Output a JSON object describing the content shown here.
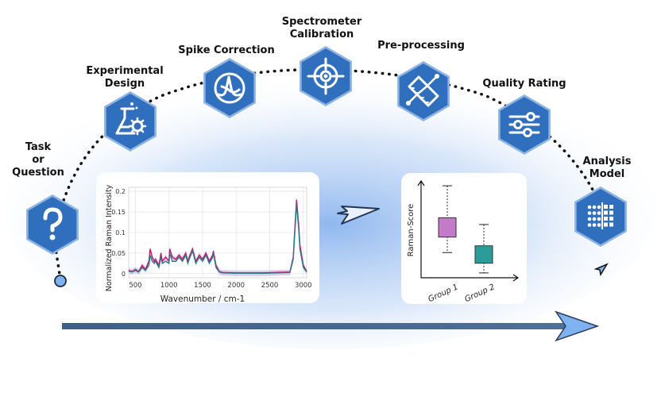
{
  "steps": [
    {
      "label": "Task\nor\nQuestion",
      "icon": "question-mark-icon"
    },
    {
      "label": "Experimental\nDesign",
      "icon": "flask-gear-icon"
    },
    {
      "label": "Spike Correction",
      "icon": "spike-curve-icon"
    },
    {
      "label": "Spectrometer\nCalibration",
      "icon": "crosshair-target-icon"
    },
    {
      "label": "Pre-processing",
      "icon": "ruler-path-icon"
    },
    {
      "label": "Quality Rating",
      "icon": "sliders-icon"
    },
    {
      "label": "Analysis\nModel",
      "icon": "dot-grid-icon"
    }
  ],
  "colors": {
    "hexagon": "#2f6fbd",
    "hexagon_border": "#8fb3e3",
    "glow": "#8ab4ee",
    "arrow": "#3f5f88",
    "arrow_head": "#7fb2f0",
    "spectrum_magenta": "#c2186b",
    "spectrum_teal": "#2a7a8c",
    "spectrum_band": "#b9a8d4",
    "box_group1": "#c27ac9",
    "box_group2": "#2a9d9a"
  },
  "chart_data": [
    {
      "type": "line",
      "xlabel": "Wavenumber / cm-1",
      "ylabel": "Normalized Raman Intensity",
      "xticks": [
        500,
        1000,
        1500,
        2000,
        2500,
        3000
      ],
      "yticks": [
        0,
        0.05,
        0.1,
        0.15,
        0.2
      ],
      "xlim": [
        400,
        3050
      ],
      "ylim": [
        -0.01,
        0.21
      ],
      "grid": true,
      "series": [
        {
          "color": "#c2186b",
          "x": [
            400,
            450,
            500,
            550,
            600,
            650,
            700,
            720,
            750,
            780,
            800,
            850,
            880,
            900,
            950,
            1000,
            1010,
            1050,
            1100,
            1150,
            1200,
            1250,
            1280,
            1300,
            1350,
            1400,
            1450,
            1500,
            1550,
            1600,
            1650,
            1660,
            1700,
            1750,
            1800,
            2000,
            2400,
            2800,
            2850,
            2870,
            2900,
            2930,
            2950,
            3000,
            3050
          ],
          "y": [
            0.008,
            0.005,
            0.01,
            0.005,
            0.02,
            0.01,
            0.03,
            0.06,
            0.04,
            0.03,
            0.035,
            0.02,
            0.05,
            0.03,
            0.04,
            0.03,
            0.06,
            0.04,
            0.035,
            0.045,
            0.035,
            0.05,
            0.03,
            0.04,
            0.06,
            0.03,
            0.045,
            0.035,
            0.05,
            0.03,
            0.045,
            0.055,
            0.02,
            0.005,
            0.003,
            0.002,
            0.002,
            0.004,
            0.04,
            0.1,
            0.18,
            0.12,
            0.07,
            0.02,
            0.005
          ]
        },
        {
          "color": "#2a7a8c",
          "x": [
            400,
            450,
            500,
            550,
            600,
            650,
            700,
            720,
            750,
            780,
            800,
            850,
            880,
            900,
            950,
            1000,
            1010,
            1050,
            1100,
            1150,
            1200,
            1250,
            1280,
            1300,
            1350,
            1400,
            1450,
            1500,
            1550,
            1600,
            1650,
            1660,
            1700,
            1750,
            1800,
            2000,
            2400,
            2800,
            2850,
            2870,
            2900,
            2930,
            2950,
            3000,
            3050
          ],
          "y": [
            0.006,
            0.004,
            0.008,
            0.004,
            0.015,
            0.008,
            0.02,
            0.045,
            0.03,
            0.025,
            0.03,
            0.015,
            0.04,
            0.025,
            0.03,
            0.025,
            0.05,
            0.03,
            0.03,
            0.04,
            0.03,
            0.045,
            0.025,
            0.035,
            0.055,
            0.025,
            0.04,
            0.03,
            0.045,
            0.025,
            0.04,
            0.05,
            0.015,
            0.004,
            0.002,
            0.001,
            0.001,
            0.003,
            0.035,
            0.09,
            0.17,
            0.11,
            0.06,
            0.015,
            0.004
          ]
        }
      ]
    },
    {
      "type": "box",
      "ylabel": "Raman-Score",
      "categories": [
        "Group 1",
        "Group 2"
      ],
      "boxes": [
        {
          "whisker_low": 0.26,
          "q1": 0.42,
          "q3": 0.62,
          "whisker_high": 0.95
        },
        {
          "whisker_low": 0.05,
          "q1": 0.15,
          "q3": 0.33,
          "whisker_high": 0.55
        }
      ],
      "ylim": [
        0,
        1
      ]
    }
  ]
}
